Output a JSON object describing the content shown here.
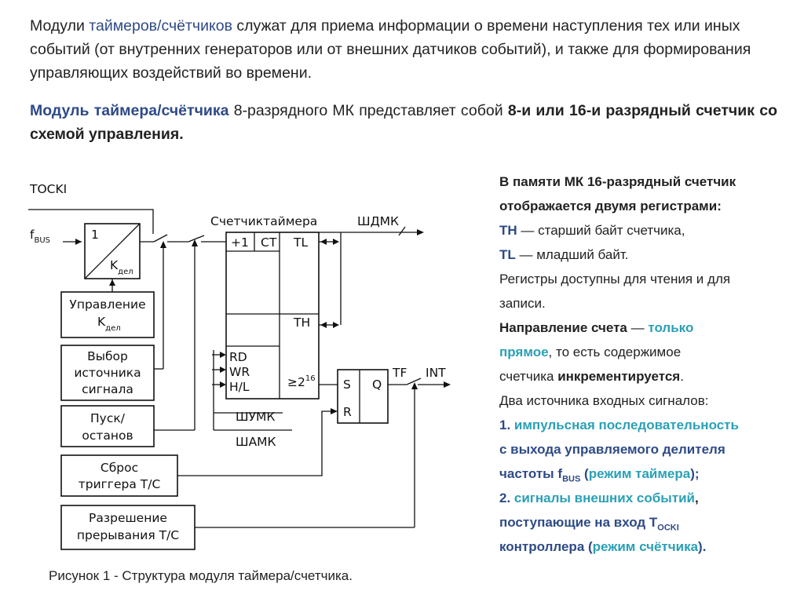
{
  "intro": {
    "w1": "Модули ",
    "w2": "таймеров/счётчиков",
    "w3": " служат для приема информации о времени наступления тех или иных событий (от внутренних генераторов или от внешних датчиков событий), и также для формирования управляющих воздействий во времени."
  },
  "module": {
    "w1": "Модуль таймера/счётчика",
    "w2": " 8-разрядного МК представляет собой ",
    "w3": "8-и или 16-и разрядный счетчик со схемой управления."
  },
  "diagram": {
    "tocki": "TOCKI",
    "fbus": "f",
    "fbus_sub": "BUS",
    "div_one": "1",
    "div_k": "K",
    "div_k_sub": "дел",
    "ctrl_l1": "Управление",
    "ctrl_l2": "K",
    "ctrl_l2_sub": "дел",
    "sel_l1": "Выбор",
    "sel_l2": "источника",
    "sel_l3": "сигнала",
    "start_l1": "Пуск/",
    "start_l2": "останов",
    "reset_l1": "Сброс",
    "reset_l2": "триггера Т/С",
    "irq_l1": "Разрешение",
    "irq_l2": "прерывания Т/С",
    "counter_title": "Счетчиктаймера",
    "plus1": "+1",
    "ct": "CT",
    "tl": "TL",
    "th": "TH",
    "rd": "RD",
    "wr": "WR",
    "hl": "H/L",
    "ge2": "≥2",
    "ge2_sup": "16",
    "shdmk": "ШДМК",
    "shumk": "ШУМК",
    "shamk": "ШАМК",
    "s": "S",
    "r": "R",
    "q": "Q",
    "tf": "TF",
    "int": "INT"
  },
  "caption": "Рисунок 1 - Структура модуля таймера/счетчика.",
  "panel": {
    "l1": "В памяти МК 16-разрядный счетчик",
    "l2": "отображается двумя регистрами:",
    "l3a": "TH",
    "l3b": " — старший байт счетчика,",
    "l4a": "TL",
    "l4b": " — младший байт.",
    "l5": "Регистры доступны для чтения и для",
    "l6": "записи.",
    "l7a": "Направление счета",
    "l7b": " — ",
    "l7c": "только",
    "l8a": "прямое",
    "l8b": ", то есть содержимое",
    "l9a": "счетчика ",
    "l9b": "инкрементируется",
    "l9c": ".",
    "l10": "Два источника входных сигналов:",
    "l11a": "1. ",
    "l11b": "импульсная последовательность",
    "l12": "с выхода управляемого делителя",
    "l13a": "частоты f",
    "l13sub": "BUS",
    "l13b": " (",
    "l13c": "режим таймера",
    "l13d": ");",
    "l14a": "2. ",
    "l14b": "сигналы внешних событий",
    "l14c": ",",
    "l15a": "поступающие на вход T",
    "l15sub": "OCKI",
    "l16a": "контроллера (",
    "l16b": "режим счётчика",
    "l16c": ")."
  },
  "colors": {
    "title_blue": "#2e4a86",
    "accent_teal": "#2aa0b6",
    "text": "#222222"
  }
}
